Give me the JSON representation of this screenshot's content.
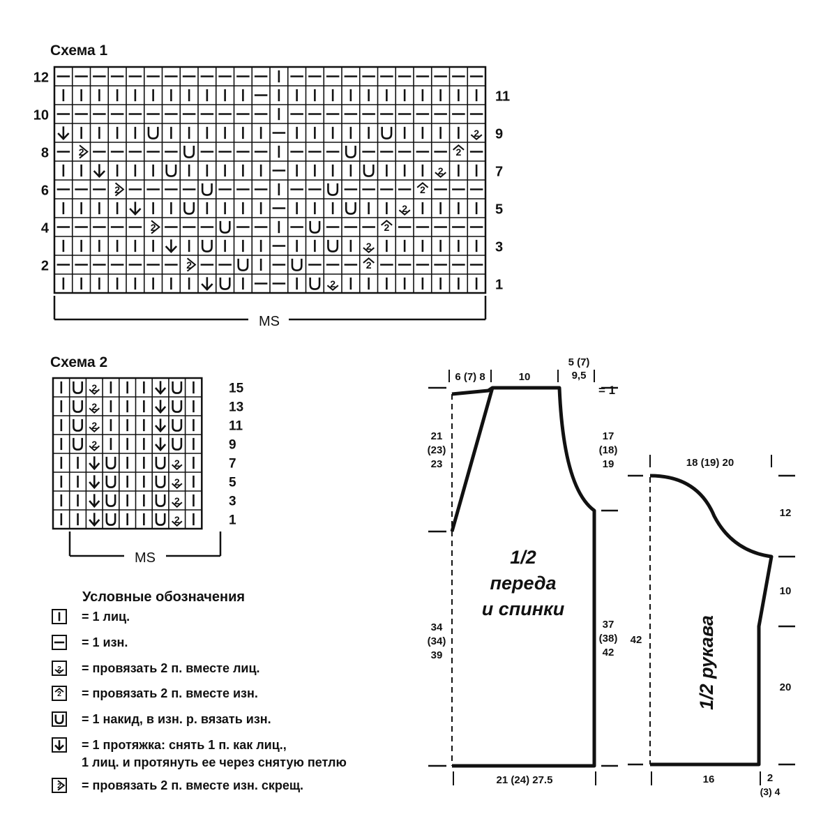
{
  "scheme1": {
    "title": "Схема 1",
    "rows": [
      [
        "—",
        "—",
        "—",
        "—",
        "—",
        "—",
        "—",
        "—",
        "—",
        "—",
        "—",
        "—",
        "I",
        "—",
        "—",
        "—",
        "—",
        "—",
        "—",
        "—",
        "—",
        "—",
        "—",
        "—"
      ],
      [
        "I",
        "I",
        "I",
        "I",
        "I",
        "I",
        "I",
        "I",
        "I",
        "I",
        "I",
        "—",
        "I",
        "I",
        "I",
        "I",
        "I",
        "I",
        "I",
        "I",
        "I",
        "I",
        "I",
        "I"
      ],
      [
        "—",
        "—",
        "—",
        "—",
        "—",
        "—",
        "—",
        "—",
        "—",
        "—",
        "—",
        "—",
        "I",
        "—",
        "—",
        "—",
        "—",
        "—",
        "—",
        "—",
        "—",
        "—",
        "—",
        "—"
      ],
      [
        "V",
        "I",
        "I",
        "I",
        "I",
        "U",
        "I",
        "I",
        "I",
        "I",
        "I",
        "I",
        "—",
        "I",
        "I",
        "I",
        "I",
        "I",
        "U",
        "I",
        "I",
        "I",
        "I",
        "K"
      ],
      [
        "—",
        "X",
        "—",
        "—",
        "—",
        "—",
        "—",
        "U",
        "—",
        "—",
        "—",
        "—",
        "I",
        "—",
        "—",
        "—",
        "U",
        "—",
        "—",
        "—",
        "—",
        "—",
        "P",
        "—"
      ],
      [
        "I",
        "I",
        "V",
        "I",
        "I",
        "I",
        "U",
        "I",
        "I",
        "I",
        "I",
        "I",
        "—",
        "I",
        "I",
        "I",
        "I",
        "U",
        "I",
        "I",
        "I",
        "K",
        "I",
        "I"
      ],
      [
        "—",
        "—",
        "—",
        "X",
        "—",
        "—",
        "—",
        "—",
        "U",
        "—",
        "—",
        "—",
        "I",
        "—",
        "—",
        "U",
        "—",
        "—",
        "—",
        "—",
        "P",
        "—",
        "—",
        "—"
      ],
      [
        "I",
        "I",
        "I",
        "I",
        "V",
        "I",
        "I",
        "U",
        "I",
        "I",
        "I",
        "I",
        "—",
        "I",
        "I",
        "I",
        "U",
        "I",
        "I",
        "K",
        "I",
        "I",
        "I",
        "I"
      ],
      [
        "—",
        "—",
        "—",
        "—",
        "—",
        "X",
        "—",
        "—",
        "—",
        "U",
        "—",
        "—",
        "I",
        "—",
        "U",
        "—",
        "—",
        "—",
        "P",
        "—",
        "—",
        "—",
        "—",
        "—"
      ],
      [
        "I",
        "I",
        "I",
        "I",
        "I",
        "I",
        "V",
        "I",
        "U",
        "I",
        "I",
        "I",
        "—",
        "I",
        "I",
        "U",
        "I",
        "K",
        "I",
        "I",
        "I",
        "I",
        "I",
        "I"
      ],
      [
        "—",
        "—",
        "—",
        "—",
        "—",
        "—",
        "—",
        "X",
        "—",
        "—",
        "U",
        "I",
        "—",
        "U",
        "—",
        "—",
        "—",
        "P",
        "—",
        "—",
        "—",
        "—",
        "—",
        "—"
      ],
      [
        "I",
        "I",
        "I",
        "I",
        "I",
        "I",
        "I",
        "I",
        "V",
        "U",
        "I",
        "—",
        "—",
        "I",
        "U",
        "K",
        "I",
        "I",
        "I",
        "I",
        "I",
        "I",
        "I",
        "I"
      ]
    ],
    "left_labels": [
      "12",
      "10",
      "8",
      "6",
      "4",
      "2"
    ],
    "right_labels": [
      "11",
      "9",
      "7",
      "5",
      "3",
      "1"
    ],
    "ms_label": "MS"
  },
  "scheme2": {
    "title": "Схема 2",
    "rows": [
      [
        "I",
        "U",
        "K",
        "I",
        "I",
        "I",
        "V",
        "U",
        "I"
      ],
      [
        "I",
        "U",
        "K",
        "I",
        "I",
        "I",
        "V",
        "U",
        "I"
      ],
      [
        "I",
        "U",
        "K",
        "I",
        "I",
        "I",
        "V",
        "U",
        "I"
      ],
      [
        "I",
        "U",
        "K",
        "I",
        "I",
        "I",
        "V",
        "U",
        "I"
      ],
      [
        "I",
        "I",
        "V",
        "U",
        "I",
        "I",
        "U",
        "K",
        "I"
      ],
      [
        "I",
        "I",
        "V",
        "U",
        "I",
        "I",
        "U",
        "K",
        "I"
      ],
      [
        "I",
        "I",
        "V",
        "U",
        "I",
        "I",
        "U",
        "K",
        "I"
      ],
      [
        "I",
        "I",
        "V",
        "U",
        "I",
        "I",
        "U",
        "K",
        "I"
      ]
    ],
    "right_labels": [
      "15",
      "13",
      "11",
      "9",
      "7",
      "5",
      "3",
      "1"
    ],
    "ms_label": "MS"
  },
  "legend": {
    "title": "Условные обозначения",
    "items": [
      {
        "sym": "I",
        "text": "= 1 лиц."
      },
      {
        "sym": "—",
        "text": "= 1 изн."
      },
      {
        "sym": "K",
        "text": "= провязать 2 п. вместе лиц."
      },
      {
        "sym": "P",
        "text": "= провязать 2 п. вместе изн."
      },
      {
        "sym": "U",
        "text": "= 1 накид, в изн. р. вязать изн."
      },
      {
        "sym": "V",
        "text": "= 1 протяжка: снять 1 п. как  лиц.,",
        "text2": "1 лиц. и протянуть ее через снятую петлю"
      },
      {
        "sym": "X",
        "text": "= провязать 2 п. вместе изн. скрещ."
      }
    ]
  },
  "body_pattern": {
    "label_line1": "1/2",
    "label_line2": "переда",
    "label_line3": "и спинки",
    "top_left": "6 (7) 8",
    "top_mid": "10",
    "top_right1": "5 (7)",
    "top_right2": "9,5",
    "eq1": "= 1",
    "left_upper": [
      "21",
      "(23)",
      "23"
    ],
    "right_upper": [
      "17",
      "(18)",
      "19"
    ],
    "left_lower": [
      "34",
      "(34)",
      "39"
    ],
    "right_lower": [
      "37",
      "(38)",
      "42"
    ],
    "bottom": "21 (24) 27.5"
  },
  "sleeve_pattern": {
    "label": "1/2 рукава",
    "top": "18 (19) 20",
    "right_top": "12",
    "right_mid": "10",
    "right_bottom": "20",
    "left": "42",
    "bottom": "16",
    "bottom_right1": "2",
    "bottom_right2": "(3) 4"
  }
}
